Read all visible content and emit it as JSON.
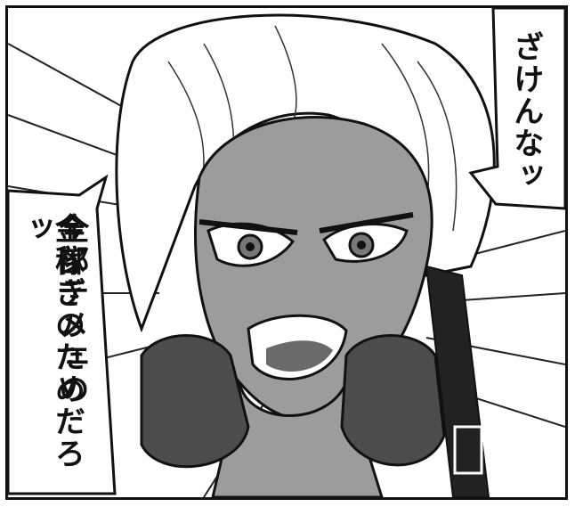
{
  "panel": {
    "dialogue_right": "ざけんなッ",
    "dialogue_left_line1": "全部テメェの",
    "dialogue_left_line2": "金稼ぎのためだろッ"
  }
}
